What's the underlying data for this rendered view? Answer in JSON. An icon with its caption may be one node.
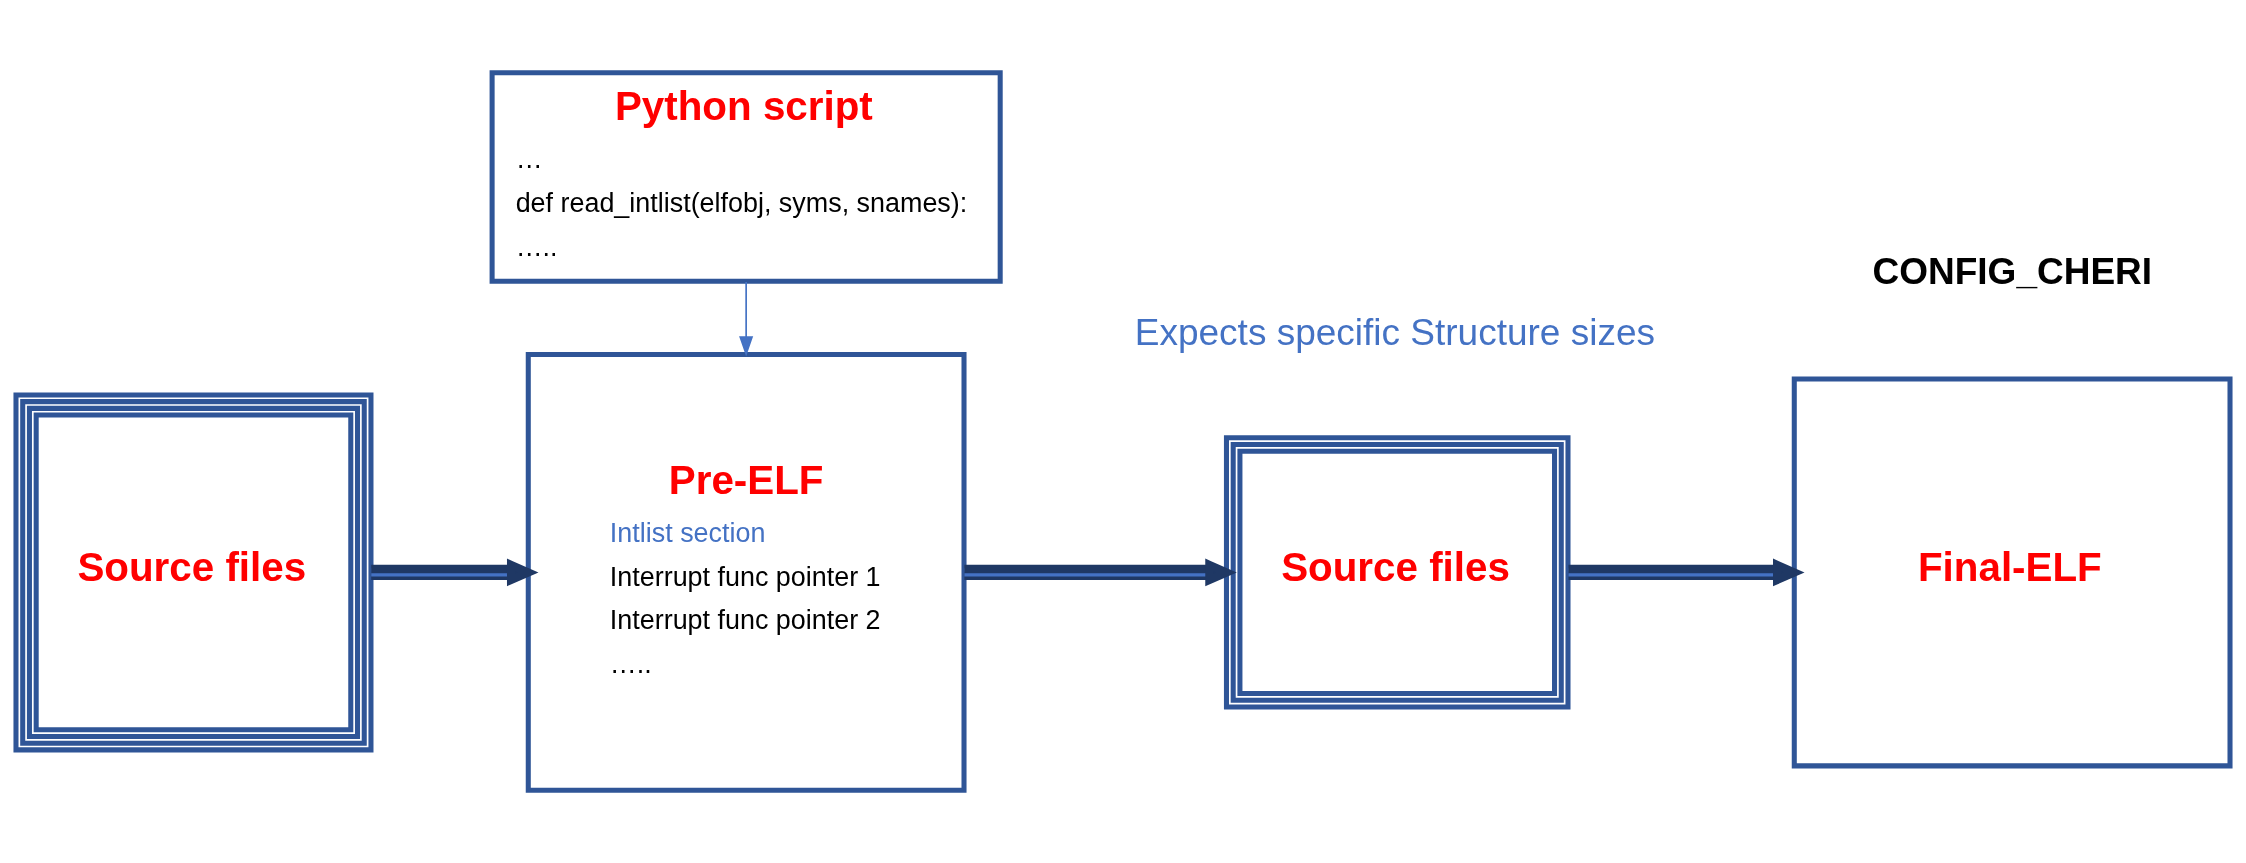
{
  "diagram": {
    "nodes": [
      {
        "text": [
          "Source files"
        ]
      },
      {
        "text": [
          "Pre-ELF",
          "Intlist section",
          "Interrupt func pointer 1",
          "Interrupt func pointer 2",
          "….."
        ]
      },
      {
        "text": [
          "Source files"
        ]
      },
      {
        "text": [
          "Final-ELF"
        ]
      },
      {
        "text": [
          "Python script",
          "…",
          "def read_intlist(elfobj, syms, snames):",
          "….."
        ]
      }
    ],
    "edges": [
      {
        "from": 0,
        "to": 1,
        "arrow": "to"
      },
      {
        "from": 1,
        "to": 2,
        "arrow": "to"
      },
      {
        "from": 2,
        "to": 3,
        "arrow": "to"
      },
      {
        "from": 4,
        "to": 1,
        "arrow": "to",
        "color": "#4472c4"
      }
    ],
    "labels": [
      "Expects specific Structure sizes",
      "CONFIG_CHERI"
    ]
  }
}
